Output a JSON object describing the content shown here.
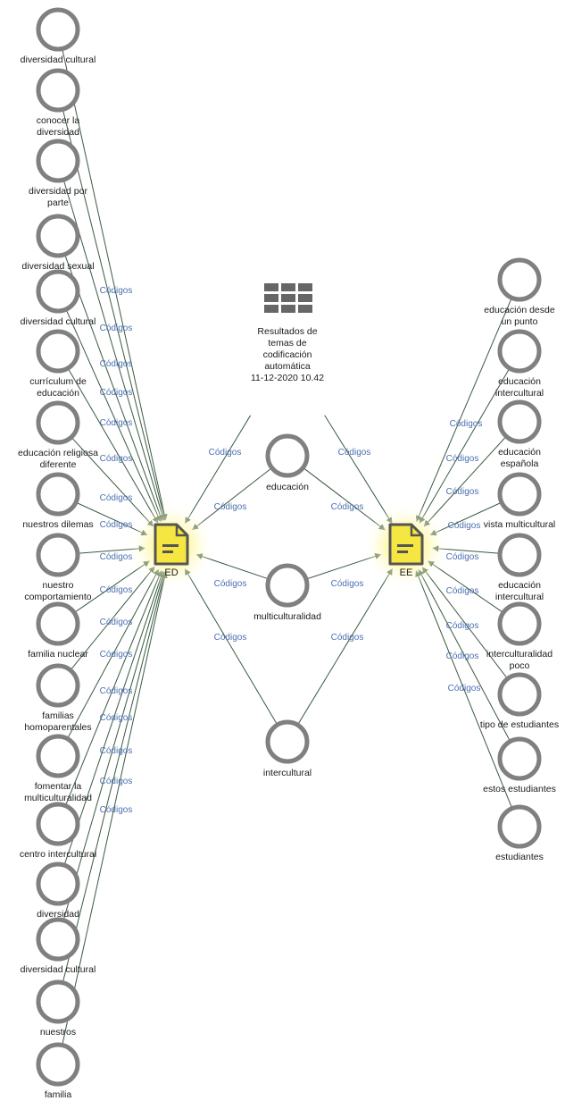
{
  "edge_label": "Códigos",
  "documents": {
    "ed": "ED",
    "ee": "EE"
  },
  "center_nodes": {
    "auto": [
      "Resultados de",
      "temas de",
      "codificación",
      "automática",
      "11-12-2020 10.42"
    ],
    "educacion": "educación",
    "multiculturalidad": "multiculturalidad",
    "intercultural": "intercultural"
  },
  "left_nodes": [
    [
      "diversidad cultural"
    ],
    [
      "conocer la",
      "diversidad"
    ],
    [
      "diversidad por",
      "parte"
    ],
    [
      "diversidad sexual"
    ],
    [
      "diversidad cultural"
    ],
    [
      "currículum de",
      "educación"
    ],
    [
      "educación religiosa",
      "diferente"
    ],
    [
      "nuestros dilemas"
    ],
    [
      "nuestro",
      "comportamiento"
    ],
    [
      "familia nuclear"
    ],
    [
      "familias",
      "homoparentales"
    ],
    [
      "fomentar la",
      "multiculturalidad"
    ],
    [
      "centro intercultural"
    ],
    [
      "diversidad"
    ],
    [
      "diversidad cultural"
    ],
    [
      "nuestros"
    ],
    [
      "familia"
    ]
  ],
  "right_nodes": [
    [
      "educación desde",
      "un punto"
    ],
    [
      "educación",
      "intercultural"
    ],
    [
      "educación",
      "española"
    ],
    [
      "vista multicultural"
    ],
    [
      "educación",
      "intercultural"
    ],
    [
      "interculturalidad",
      "poco"
    ],
    [
      "tipo de estudiantes"
    ],
    [
      "estos estudiantes"
    ],
    [
      "estudiantes"
    ]
  ],
  "colors": {
    "node_ring": "#808080",
    "edge": "#3a5a40",
    "edge_label": "#4a6fb0",
    "doc_fill": "#f5e642",
    "doc_stroke": "#555555",
    "glow": "#fff27a"
  }
}
